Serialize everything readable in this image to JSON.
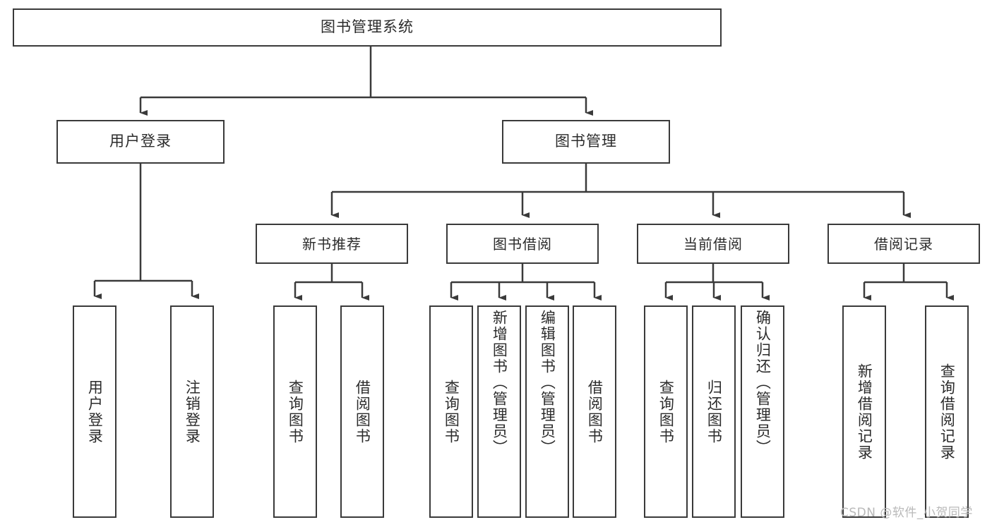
{
  "diagram": {
    "title": "图书管理系统",
    "type": "tree-hierarchy-diagram",
    "root": {
      "label": "图书管理系统"
    },
    "level1": [
      {
        "label": "用户登录"
      },
      {
        "label": "图书管理"
      }
    ],
    "level2": [
      {
        "label": "新书推荐"
      },
      {
        "label": "图书借阅"
      },
      {
        "label": "当前借阅"
      },
      {
        "label": "借阅记录"
      }
    ],
    "leaves": {
      "user_login": [
        {
          "label": "用户登录"
        },
        {
          "label": "注销登录"
        }
      ],
      "new_book_recommend": [
        {
          "label": "查询图书"
        },
        {
          "label": "借阅图书"
        }
      ],
      "book_borrow": [
        {
          "label": "查询图书"
        },
        {
          "label": "新增图书（管理员）"
        },
        {
          "label": "编辑图书（管理员）"
        },
        {
          "label": "借阅图书"
        }
      ],
      "current_borrow": [
        {
          "label": "查询图书"
        },
        {
          "label": "归还图书"
        },
        {
          "label": "确认归还（管理员）"
        }
      ],
      "borrow_record": [
        {
          "label": "新增借阅记录"
        },
        {
          "label": "查询借阅记录"
        }
      ]
    }
  },
  "watermark": {
    "text": "CSDN @软件_小贺同学"
  },
  "colors": {
    "box_border": "#3a3a3a",
    "text": "#2b2b2b",
    "background": "#ffffff",
    "watermark": "#b9b9b9"
  }
}
